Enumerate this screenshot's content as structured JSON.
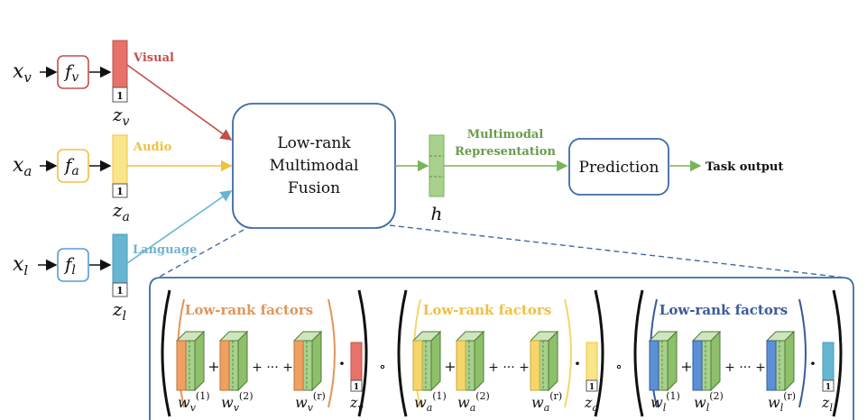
{
  "inputs": {
    "visual": {
      "x": "x",
      "sub": "v",
      "f": "f",
      "label": "Visual",
      "z": "z",
      "one": "1",
      "color": "#e8716a"
    },
    "audio": {
      "x": "x",
      "sub": "a",
      "f": "f",
      "label": "Audio",
      "z": "z",
      "one": "1",
      "color": "#f6dc64"
    },
    "language": {
      "x": "x",
      "sub": "l",
      "f": "f",
      "label": "Language",
      "z": "z",
      "one": "1",
      "color": "#66b6d2"
    }
  },
  "fusion": {
    "line1": "Low-rank",
    "line2": "Multimodal",
    "line3": "Fusion"
  },
  "hidden": {
    "label": "h"
  },
  "representation": {
    "line1": "Multimodal",
    "line2": "Representation"
  },
  "prediction": {
    "label": "Prediction"
  },
  "output": {
    "label": "Task output"
  },
  "factors": {
    "label": "Low-rank factors",
    "plus": "+",
    "ellipsis": "+ ··· +",
    "dot": "·",
    "compose": "∘",
    "w": "w",
    "one": "1",
    "r1": "(1)",
    "r2": "(2)",
    "rr": "(r)"
  },
  "colors": {
    "visual_edge": "#c0504d",
    "audio_edge": "#f0c040",
    "language_edge": "#5b9bd5",
    "language_text": "#6fb3cf",
    "fusion_edge": "#3c6aa8",
    "green": "#79b45a",
    "green_text": "#6a9c4a",
    "orange": "#f0a060",
    "orange_border": "#e0965a",
    "yellow": "#f6d66b",
    "blue": "#5b8fd6",
    "blue_text": "#3b5a9a"
  }
}
